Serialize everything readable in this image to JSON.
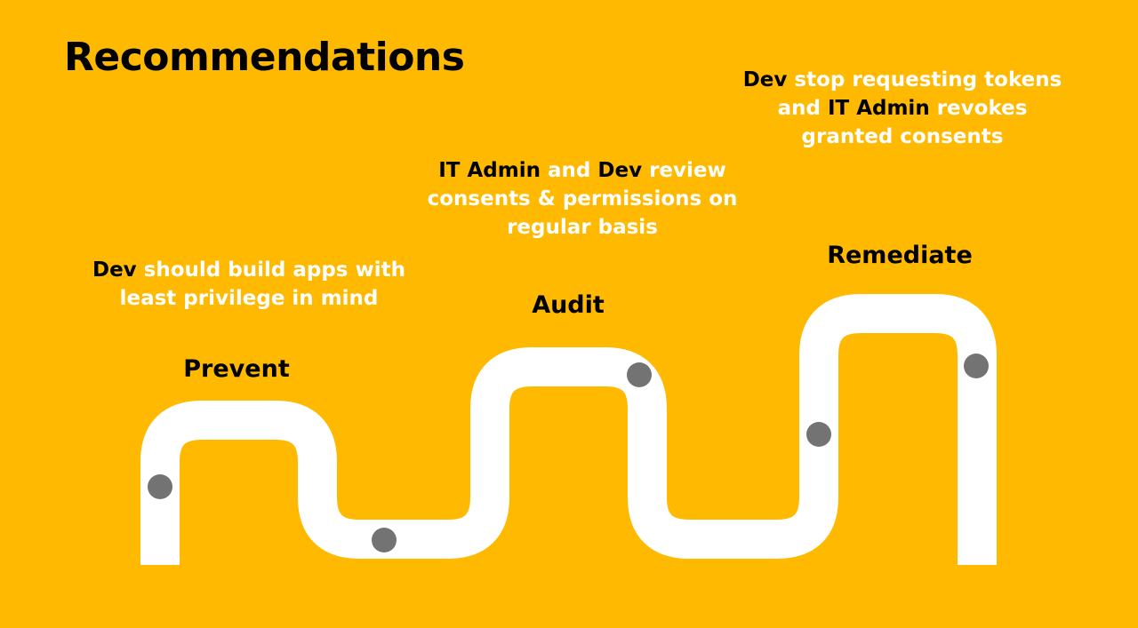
{
  "colors": {
    "background": "#FFB900",
    "path": "#FFFFFF",
    "marker": "#737373",
    "dark_text": "#000000",
    "light_text": "#FFFFFF"
  },
  "title": "Recommendations",
  "stages": [
    {
      "label": "Prevent",
      "description": [
        {
          "text": "Dev",
          "tone": "dark"
        },
        {
          "text": " should build apps with least privilege in mind",
          "tone": "light"
        }
      ]
    },
    {
      "label": "Audit",
      "description": [
        {
          "text": "IT Admin",
          "tone": "dark"
        },
        {
          "text": " and ",
          "tone": "light"
        },
        {
          "text": "Dev",
          "tone": "dark"
        },
        {
          "text": " review consents & permissions on regular basis",
          "tone": "light"
        }
      ]
    },
    {
      "label": "Remediate",
      "description": [
        {
          "text": "Dev",
          "tone": "dark"
        },
        {
          "text": " stop requesting tokens and ",
          "tone": "light"
        },
        {
          "text": "IT Admin",
          "tone": "dark"
        },
        {
          "text": " revokes granted consents",
          "tone": "light"
        }
      ]
    }
  ]
}
